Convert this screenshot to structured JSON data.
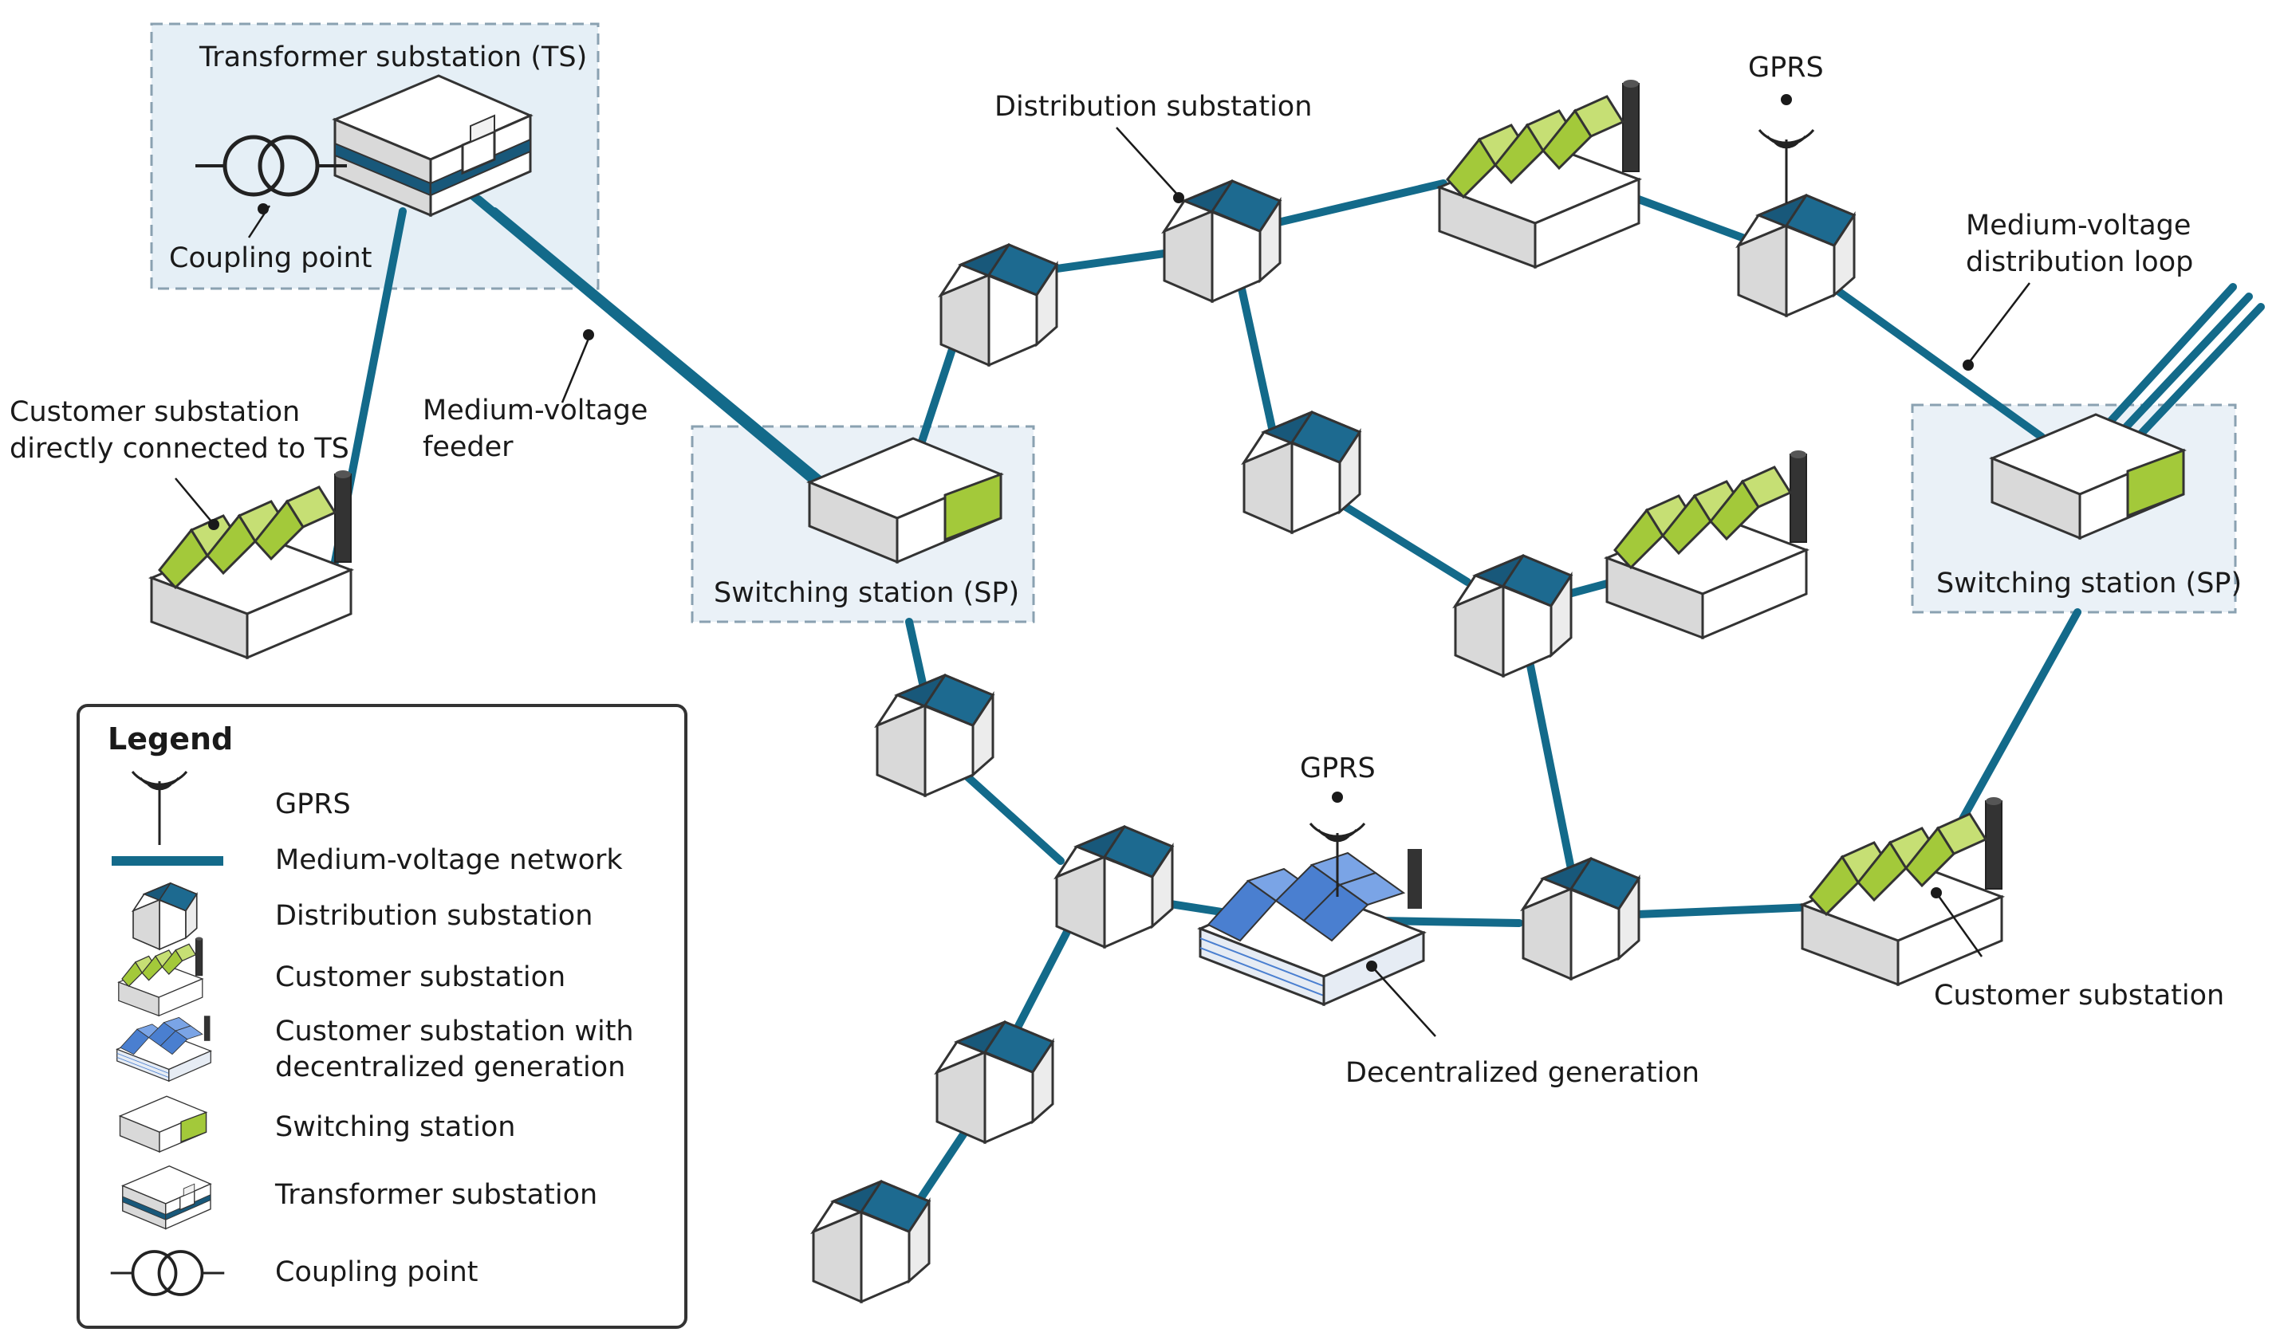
{
  "labels": {
    "transformer_substation": "Transformer substation (TS)",
    "coupling_point": "Coupling point",
    "customer_direct_line1": "Customer substation",
    "customer_direct_line2": "directly connected to TS",
    "mv_feeder_line1": "Medium-voltage",
    "mv_feeder_line2": "feeder",
    "distribution_substation": "Distribution substation",
    "gprs_top": "GPRS",
    "mv_loop_line1": "Medium-voltage",
    "mv_loop_line2": "distribution loop",
    "switching_station_left": "Switching station (SP)",
    "switching_station_right": "Switching station (SP)",
    "gprs_bottom": "GPRS",
    "decentralized_generation": "Decentralized generation",
    "customer_substation": "Customer substation"
  },
  "legend": {
    "title": "Legend",
    "items": [
      {
        "icon": "gprs-antenna-icon",
        "label": "GPRS"
      },
      {
        "icon": "medium-voltage-line-icon",
        "label": "Medium-voltage network"
      },
      {
        "icon": "distribution-substation-icon",
        "label": "Distribution substation"
      },
      {
        "icon": "customer-substation-icon",
        "label": "Customer substation"
      },
      {
        "icon": "decentralized-generation-icon",
        "label_line1": "Customer substation with",
        "label_line2": "decentralized generation"
      },
      {
        "icon": "switching-station-icon",
        "label": "Switching station"
      },
      {
        "icon": "transformer-substation-icon",
        "label": "Transformer substation"
      },
      {
        "icon": "coupling-point-icon",
        "label": "Coupling point"
      }
    ]
  },
  "colors": {
    "network": "#136a8a",
    "roof_blue": "#18587a",
    "green": "#a3c93a",
    "solar_blue": "#4a7fd0",
    "zone_fill": "#dce9f3"
  }
}
